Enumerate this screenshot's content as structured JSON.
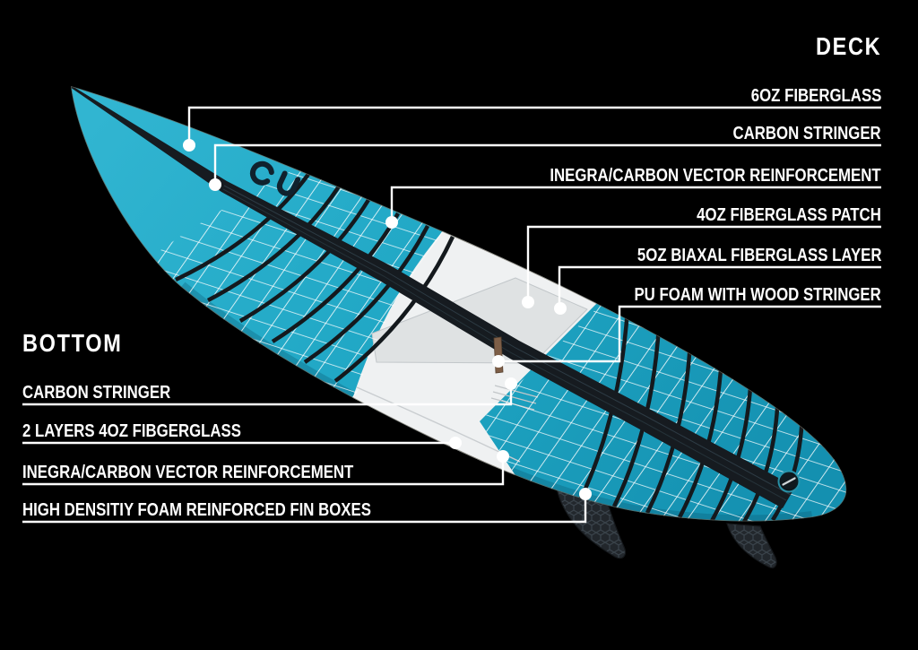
{
  "deck": {
    "title": "DECK",
    "items": [
      "6OZ FIBERGLASS",
      "CARBON STRINGER",
      "INEGRA/CARBON VECTOR REINFORCEMENT",
      "4OZ FIBERGLASS PATCH",
      "5OZ BIAXAL FIBERGLASS LAYER",
      "PU FOAM WITH WOOD STRINGER"
    ]
  },
  "bottom": {
    "title": "BOTTOM",
    "items": [
      "CARBON STRINGER",
      "2 LAYERS 4OZ FIBGERGLASS",
      "INEGRA/CARBON VECTOR REINFORCEMENT",
      "HIGH DENSITIY FOAM REINFORCED FIN BOXES"
    ]
  },
  "colors": {
    "background": "#000000",
    "text": "#ffffff",
    "callout_line": "#ffffff",
    "board_teal": "#1fa6c4",
    "board_teal_light": "#31b5d1",
    "board_teal_dark": "#1490b0",
    "carbon_stringer": "#161b20",
    "foam_white": "#eff1f2",
    "patch_gray": "#dfe2e3",
    "wood_brown": "#7d5e47",
    "fin_dark": "#22272c"
  },
  "illustration": {
    "description": "surfboard construction cutaway"
  }
}
